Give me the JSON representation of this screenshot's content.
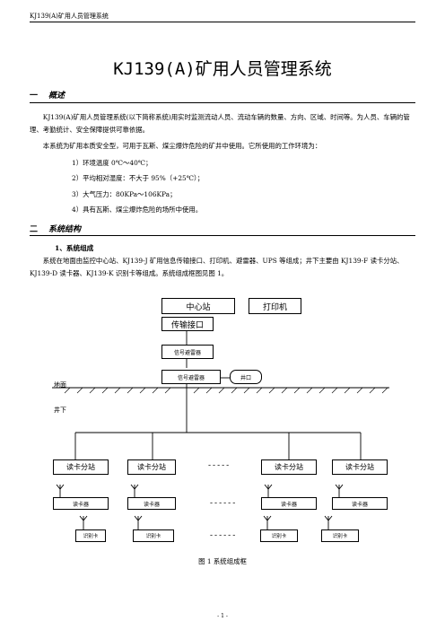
{
  "header": {
    "text": "KJ139(A)矿用人员管理系统"
  },
  "title": "KJ139(A)矿用人员管理系统",
  "section1": {
    "number": "一",
    "heading": "概述",
    "para1": "KJ139(A)矿用人员管理系统(以下简称系统)用实时监测流动人员、流动车辆的数量、方向、区域、时间等。为人员、车辆的管理、考勤统计、安全保障提供可靠依据。",
    "para2": "本系统为矿用本质安全型，可用于瓦斯、煤尘爆炸危险的矿井中使用。它所使用的工作环境为：",
    "items": [
      "1）环境温度  0℃～40℃；",
      "2）平均相对湿度：不大于 95%（+25℃）；",
      "3）大气压力：80KPa～106KPa；",
      "4）具有瓦斯、煤尘爆炸危险的场所中使用。"
    ]
  },
  "section2": {
    "number": "二",
    "heading": "系统结构",
    "sub_heading": "1、系统组成",
    "para": "系统在地面由监控中心站、KJ139-J 矿用信息传输接口、打印机、避雷器、UPS 等组成；井下主要由 KJ139-F 读卡分站、KJ139-D 读卡器、KJ139-K 识别卡等组成。系统组成框图见图 1。"
  },
  "diagram": {
    "center_station": "中心站",
    "printer": "打印机",
    "transmission_interface": "传输接口",
    "lightning_arrester_1": "信号避雷器",
    "lightning_arrester_2": "信号避雷器",
    "well_mouth": "井口",
    "ground": "地面",
    "underground": "井下",
    "substations": [
      "读卡分站",
      "读卡分站",
      "读卡分站",
      "读卡分站"
    ],
    "readers": [
      "读卡器",
      "读卡器",
      "读卡器",
      "读卡器"
    ],
    "cards": [
      "识别卡",
      "识别卡",
      "识别卡",
      "识别卡"
    ],
    "dashes_substation": "-----",
    "dashes_reader": "------",
    "dashes_card": "------"
  },
  "caption": "图 1    系统组成框",
  "page_number": "- 1 -"
}
